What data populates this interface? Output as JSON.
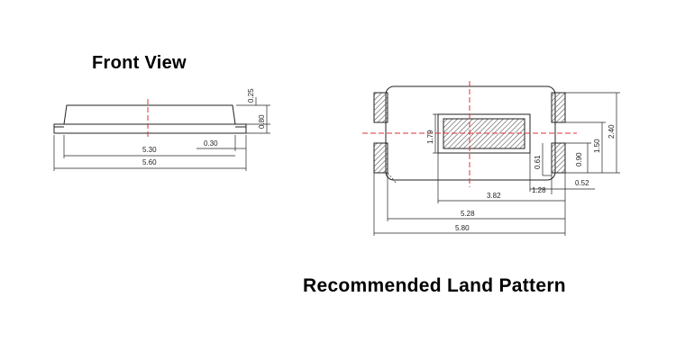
{
  "front_view": {
    "title": "Front View",
    "dims": {
      "total_height": "0.25",
      "body_height": "0.80",
      "body_length": "5.30",
      "terminal": "0.30",
      "overall_length": "5.60"
    }
  },
  "land_pattern": {
    "title": "Recommended Land Pattern",
    "dims": {
      "pad_height": "1.79",
      "pad_gap": "0.61",
      "terminal_pad_height": "0.90",
      "pad_pitch": "1.50",
      "overall_height": "2.40",
      "pad_width": "1.28",
      "terminal_pad_width": "0.52",
      "inner_span": "3.82",
      "mid_span": "5.28",
      "overall_span": "5.80"
    }
  },
  "colors": {
    "line": "#222222",
    "centerline": "#e0303a",
    "pad_hatch": "#555555"
  }
}
